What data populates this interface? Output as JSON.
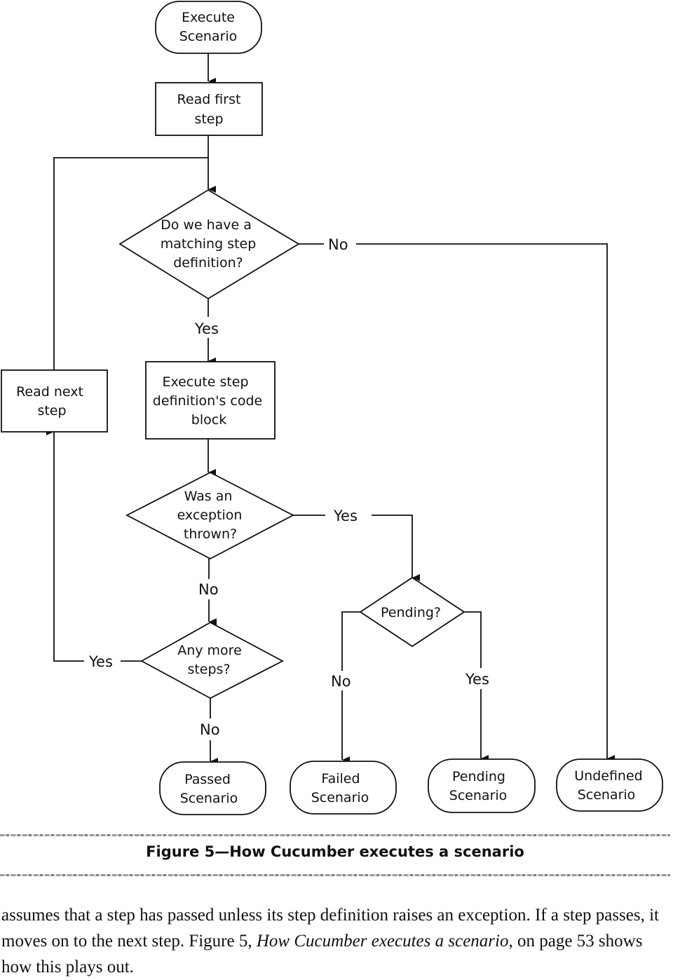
{
  "flowchart": {
    "nodes": {
      "execute_scenario": [
        "Execute",
        "Scenario"
      ],
      "read_first_step": [
        "Read first",
        "step"
      ],
      "matching_step_definition": [
        "Do we have a",
        "matching step",
        "definition?"
      ],
      "read_next_step": [
        "Read next",
        "step"
      ],
      "execute_step_definition": [
        "Execute step",
        "definition's code",
        "block"
      ],
      "exception_thrown": [
        "Was an",
        "exception",
        "thrown?"
      ],
      "pending": [
        "Pending?"
      ],
      "any_more_steps": [
        "Any more",
        "steps?"
      ],
      "passed_scenario": [
        "Passed",
        "Scenario"
      ],
      "failed_scenario": [
        "Failed",
        "Scenario"
      ],
      "pending_scenario": [
        "Pending",
        "Scenario"
      ],
      "undefined_scenario": [
        "Undefined",
        "Scenario"
      ]
    },
    "edge_labels": {
      "matching_no": "No",
      "matching_yes": "Yes",
      "exception_yes": "Yes",
      "exception_no": "No",
      "more_steps_yes": "Yes",
      "more_steps_no": "No",
      "pending_no": "No",
      "pending_yes": "Yes"
    }
  },
  "caption": "Figure 5—How Cucumber executes a scenario",
  "body": {
    "text_1": "assumes that a step has passed unless its step definition raises an exception. If a step passes, it moves on to the next step. Figure 5, ",
    "link_italic": "How Cucumber executes a scenario",
    "text_2": ", on page 53 shows how this plays out."
  }
}
